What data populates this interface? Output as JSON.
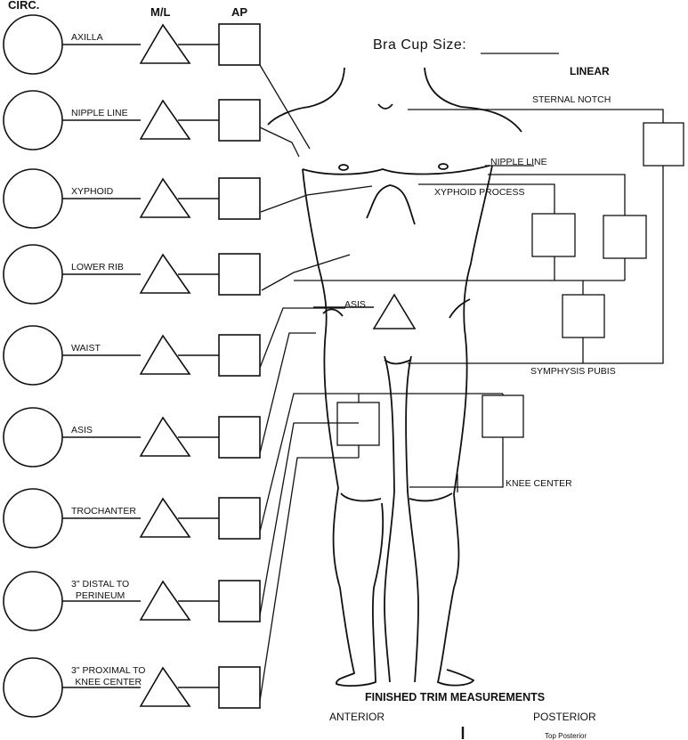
{
  "headers": {
    "circ": "CIRC.",
    "ml": "M/L",
    "ap": "AP",
    "linear": "LINEAR"
  },
  "bra_cup_label": "Bra Cup Size:",
  "left_rows": [
    {
      "label": "AXILLA"
    },
    {
      "label": "NIPPLE LINE"
    },
    {
      "label": "XYPHOID"
    },
    {
      "label": "LOWER RIB"
    },
    {
      "label": "WAIST"
    },
    {
      "label": "ASIS"
    },
    {
      "label": "TROCHANTER"
    },
    {
      "label": "3\" DISTAL TO\nPERINEUM"
    },
    {
      "label": "3\" PROXIMAL TO\nKNEE CENTER"
    }
  ],
  "body_labels": {
    "sternal_notch": "STERNAL NOTCH",
    "nipple_line": "NIPPLE LINE",
    "xiphoid_process": "XYPHOID PROCESS",
    "asis": "ASIS",
    "symphysis_pubis": "SYMPHYSIS PUBIS",
    "knee_center": "KNEE CENTER"
  },
  "trim": {
    "title": "FINISHED TRIM MEASUREMENTS",
    "anterior": "ANTERIOR",
    "posterior": "POSTERIOR",
    "top_posterior": "Top Posterior"
  }
}
